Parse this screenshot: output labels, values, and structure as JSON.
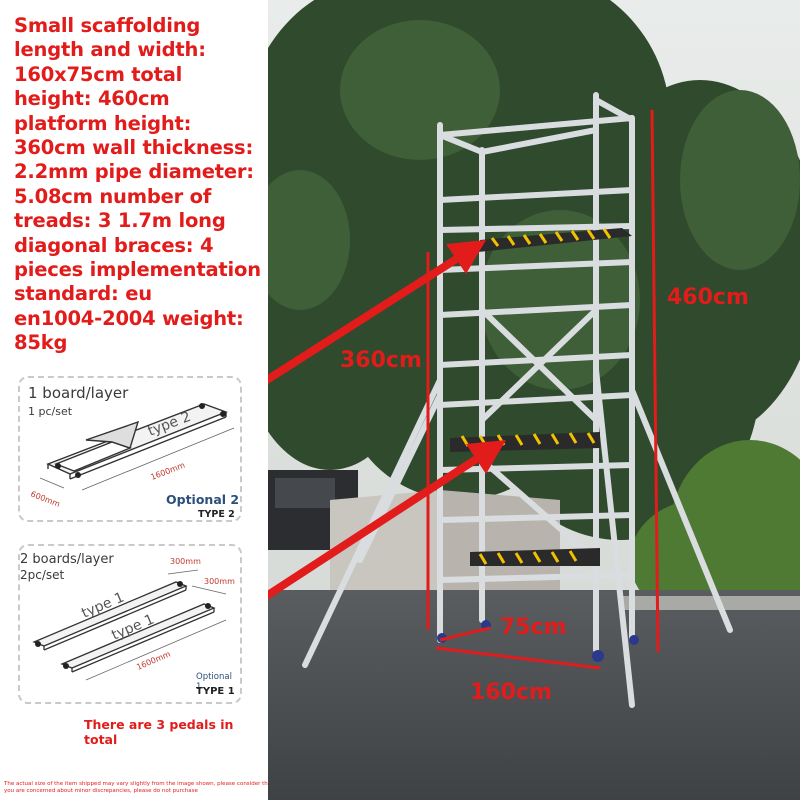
{
  "specs": {
    "text": "Small scaffolding\nlength and width:\n160x75cm total\nheight: 460cm\nplatform height:\n360cm wall thickness:\n2.2mm pipe diameter:\n5.08cm number of\ntreads: 3 1.7m long\ndiagonal braces: 4\npieces implementation\nstandard: eu\nen1004-2004 weight:\n85kg"
  },
  "board_type2": {
    "title": "1 board/layer",
    "subtitle": "1 pc/set",
    "board_label": "type 2",
    "length_label": "1600mm",
    "width_label": "600mm",
    "option_label": "Optional 2",
    "type_label": "TYPE 2"
  },
  "board_type1": {
    "title": "2 boards/layer",
    "subtitle": "2pc/set",
    "board_label_a": "type 1",
    "board_label_b": "type 1",
    "width_label_a": "300mm",
    "width_label_b": "300mm",
    "length_label": "1600mm",
    "option_label": "Optional 1",
    "type_label": "TYPE 1"
  },
  "pedals_note": "There are 3 pedals in total",
  "disclaimer": "The actual size of the item shipped may vary slightly from the image shown, please consider the actual product received as the standard. If you are concerned about minor discrepancies, please do not purchase",
  "dimensions": {
    "platform_height": "360cm",
    "total_height": "460cm",
    "width": "75cm",
    "length": "160cm"
  },
  "colors": {
    "accent": "#e21b1b",
    "hazard_yellow": "#f2c200",
    "aluminium": "#d9dde0"
  }
}
